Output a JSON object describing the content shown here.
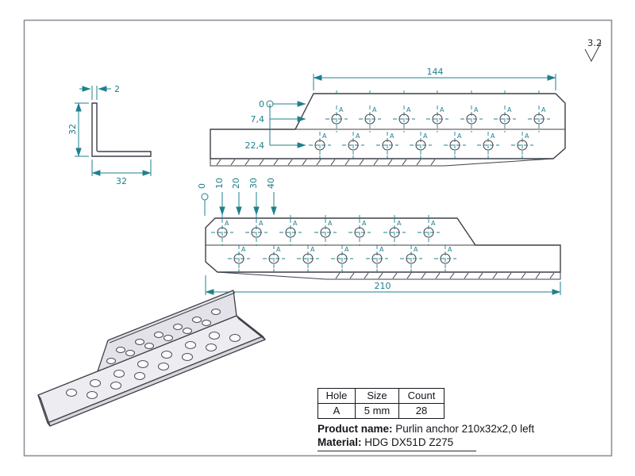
{
  "surface_finish": "3.2",
  "hole_label": "A",
  "section_view": {
    "thickness": "2",
    "height": "32",
    "width": "32"
  },
  "view1": {
    "length": "144",
    "ordinates": [
      "0",
      "7,4",
      "22,4"
    ]
  },
  "view2": {
    "length": "210",
    "ordinates": [
      "0",
      "10",
      "20",
      "30",
      "40"
    ]
  },
  "table": {
    "headers": [
      "Hole",
      "Size",
      "Count"
    ],
    "row": [
      "A",
      "5 mm",
      "28"
    ]
  },
  "product": {
    "name_label": "Product name:",
    "name": "Purlin anchor 210x32x2,0 left",
    "material_label": "Material:",
    "material": "HDG DX51D Z275"
  },
  "colors": {
    "dimension": "#1f808d",
    "outline": "#3f3f48",
    "frame": "#8d919a"
  }
}
